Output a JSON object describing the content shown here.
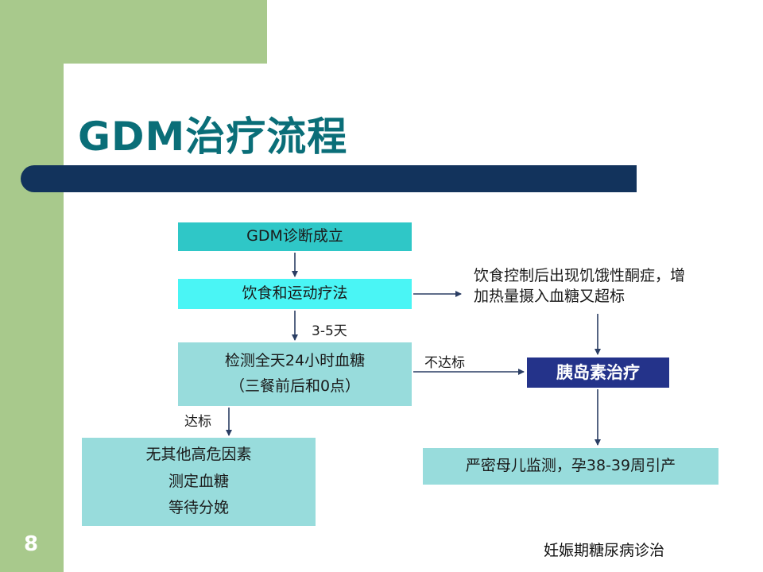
{
  "title": "GDM治疗流程",
  "page_number": "8",
  "footer": "妊娠期糖尿病诊治",
  "flow": {
    "diagnose": "GDM诊断成立",
    "diet_exercise": "饮食和运动疗法",
    "monitor_line1": "检测全天24小时血糖",
    "monitor_line2": "（三餐前后和0点）",
    "result_line1": "无其他高危因素",
    "result_line2": "测定血糖",
    "result_line3": "等待分娩",
    "side_note": "饮食控制后出现饥饿性酮症，增加热量摄入血糖又超标",
    "insulin": "胰岛素治疗",
    "delivery": "严密母儿监测，孕38-39周引产",
    "label_days": "3-5天",
    "label_not_reached": "不达标",
    "label_reached": "达标"
  },
  "colors": {
    "title": "#0a6e78",
    "title_bar": "#12335c",
    "green_frame": "#a8c98c",
    "box_dark_teal": "#2fc7c7",
    "box_bright_cyan": "#4af5f5",
    "box_light_teal": "#98dcdc",
    "box_insulin": "#24338a",
    "arrow": "#2a3d63"
  }
}
